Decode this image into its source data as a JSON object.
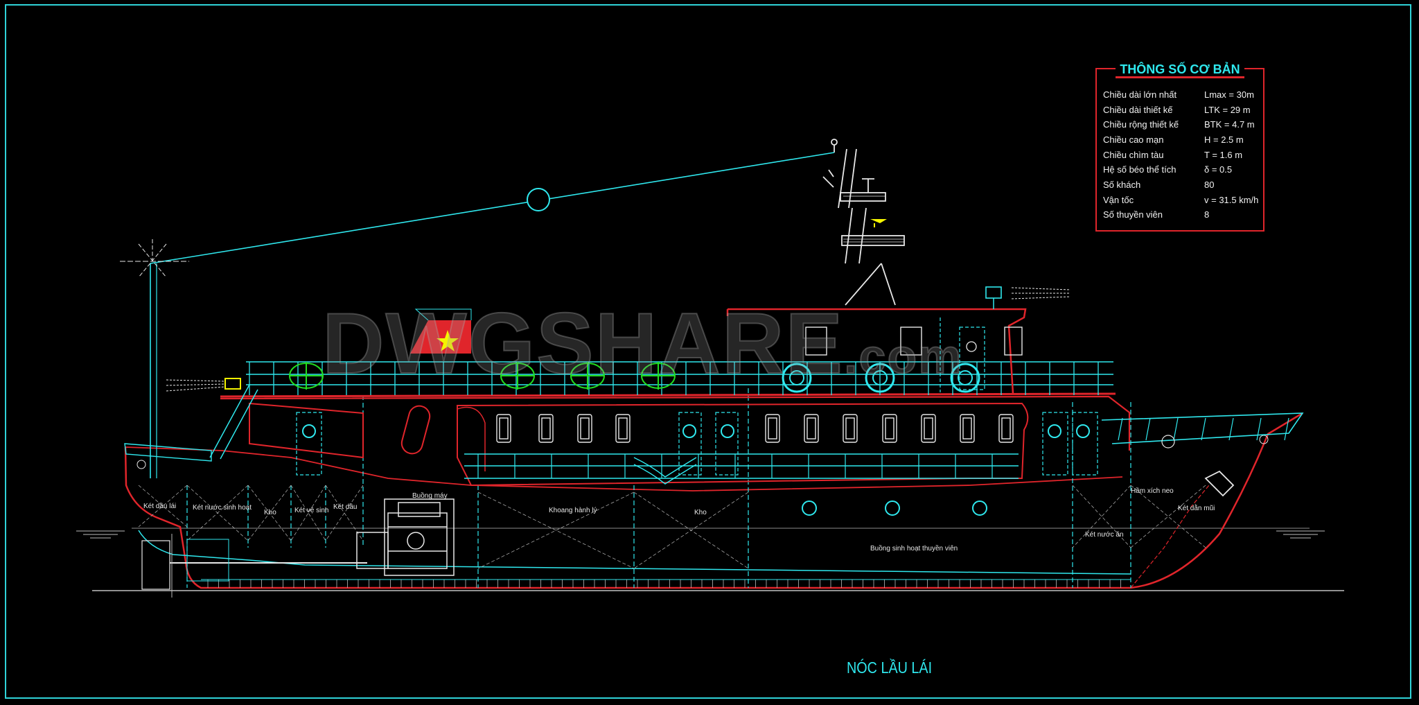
{
  "specs": {
    "title": "THÔNG SỐ CƠ BẢN",
    "rows": [
      {
        "label": "Chiều dài lớn nhất",
        "value": "Lmax = 30m"
      },
      {
        "label": "Chiều dài thiết kế",
        "value": "LTK = 29 m"
      },
      {
        "label": "Chiều rộng thiết kế",
        "value": "BTK = 4.7 m"
      },
      {
        "label": "Chiều cao mạn",
        "value": "H = 2.5 m"
      },
      {
        "label": "Chiều chìm tàu",
        "value": "T = 1.6 m"
      },
      {
        "label": "Hệ số béo thể tích",
        "value": "δ = 0.5"
      },
      {
        "label": "Số khách",
        "value": "80"
      },
      {
        "label": "Vận tốc",
        "value": "v = 31.5 km/h"
      },
      {
        "label": "Số thuyền viên",
        "value": "8"
      }
    ]
  },
  "drawing_title": "NÓC LẦU LÁI",
  "watermark": {
    "main": "DWGSHARE",
    "suffix": ".com"
  },
  "rooms": [
    {
      "label": "Két dầu lái"
    },
    {
      "label": "Két nước sinh hoạt"
    },
    {
      "label": "Kho"
    },
    {
      "label": "Két vệ sinh"
    },
    {
      "label": "Két dầu"
    },
    {
      "label": "Buồng máy"
    },
    {
      "label": "Khoang hành lý"
    },
    {
      "label": "Kho"
    },
    {
      "label": "Buồng sinh hoạt thuyền viên"
    },
    {
      "label": "Két nước ăn"
    },
    {
      "label": "Hầm xích neo"
    },
    {
      "label": "Két dằn mũi"
    }
  ],
  "colors": {
    "frame": "#2fd3d8",
    "hull": "#e0252b",
    "structure": "#2fe8ee",
    "flag": "#e0252b",
    "buoy": "#22dd22",
    "light": "#f5f500"
  }
}
